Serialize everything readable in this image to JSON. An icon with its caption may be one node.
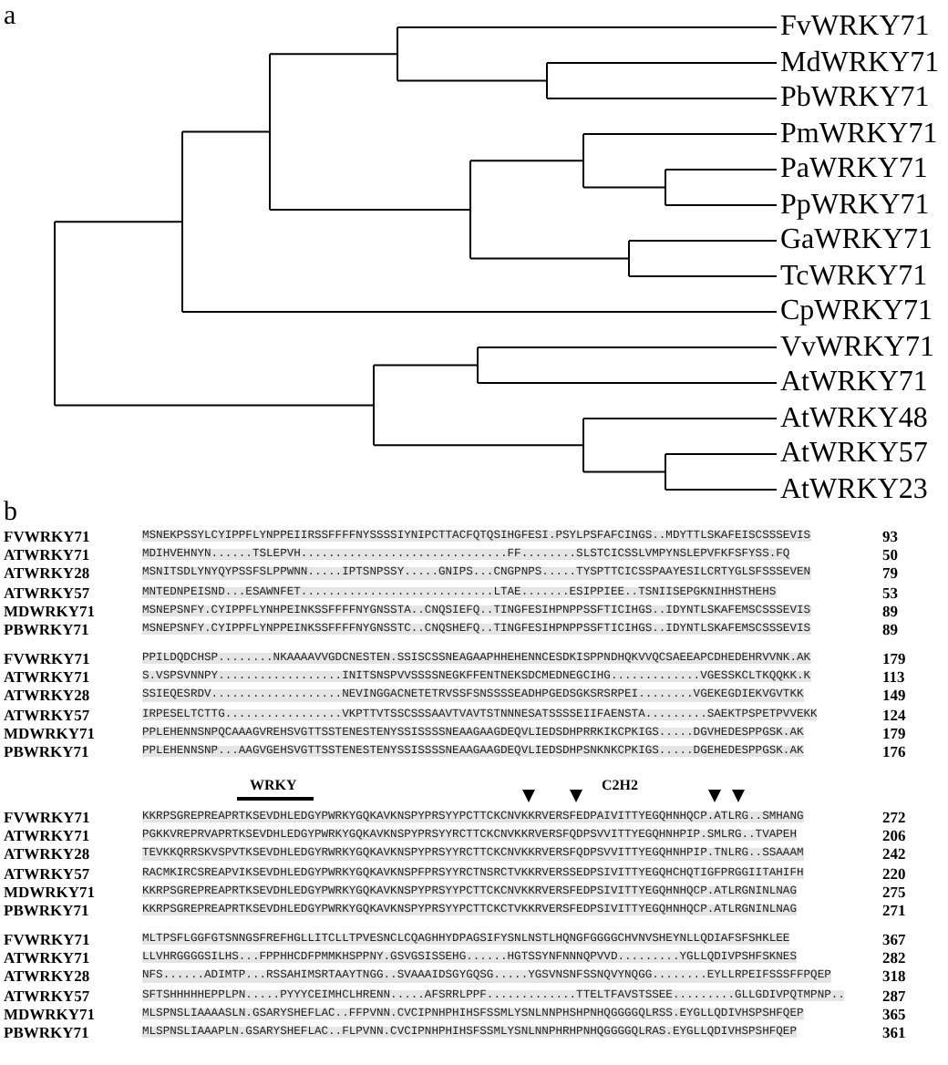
{
  "diagram": {
    "labels": [
      "a",
      "FvWRKY71",
      "MdWRKY71",
      "PbWRKY71",
      "PmWRKY71",
      "PaWRKY71",
      "PpWRKY71",
      "GaWRKY71",
      "TcWRKY71",
      "CpWRKY71",
      "VvWRKY71",
      "AtWRKY71",
      "AtWRKY48",
      "AtWRKY57",
      "AtWRKY23",
      "b",
      "FVWRKY71",
      "MSNEKPSSYLCYIPPFLYNPPEIIRSSFFFFNYSSSSIYNIPCTTACFQTQSIHGFESI.PSYLPSFAFCINGS..MDYTTLSKAFEISCSSSEVIS",
      "93",
      "ATWRKY71",
      "MDIHVEHNYN......TSLEPVH..............................FF........SLSTCICSSLVMPYNSLEPVFKFSFYSS.FQ",
      "50",
      "ATWRKY28",
      "MSNITSDLYNYQYPSSFSLPPWNN.....IPTSNPSSY.....GNIPS...CNGPNPS.....TYSPTTCICSSPAAYESILCRTYGLSFSSSEVEN",
      "79",
      "ATWRKY57",
      "MNTEDNPEISND...ESAWNFET............................LTAE.......ESIPPIEE..TSNIISEPGKNIHHSTHEHS",
      "53",
      "MDWRKY71",
      "MSNEPSNFY.CYIPPFLYNHPEINKSSFFFFNYGNSSTA..CNQSIEFQ..TINGFESIHPNPPSSFTICIHGS..IDYNTLSKAFEMSCSSSEVIS",
      "89",
      "PBWRKY71",
      "MSNEPSNFY.CYIPPFLYNPPEINKSSFFFFNYGNSSTC..CNQSHEFQ..TINGFESIHPNPPSSFTICIHGS..IDYNTLSKAFEMSCSSSEVIS",
      "89",
      "FVWRKY71",
      "PPILDQDCHSP........NKAAAAVVGDCNESTEN.SSISCSSNEAGAAPHHEHENNCESDKISPPNDHQKVVQCSAEEAPCDHEDEHRVVNK.AK",
      "179",
      "ATWRKY71",
      "S.VSPSVNNPY..................INITSNSPVVSSSSNEGKFFENTNEKSDCMEDNEGCIHG.............VGESSKCLTKQQKK.K",
      "113",
      "ATWRKY28",
      "SSIEQESRDV...................NEVINGGACNETETRVSSFSNSSSSEADHPGEDSGKSRSRPEI........VGEKEGDIEKVGVTKK",
      "149",
      "ATWRKY57",
      "IRPESELTCTTG.................VKPTTVTSSCSSSAAVTVAVTSTNNNESATSSSSEIIFAENSTA.........SAEKTPSPETPVVEKK",
      "124",
      "MDWRKY71",
      "PPLEHENNSNPQCAAAGVREHSVGTTSSTENESTENYSSISSSSNEAAGAAGDEQVLIEDSDHPRRKIKCPKIGS.....DGVHEDESPPGSK.AK",
      "179",
      "PBWRKY71",
      "PPLEHENNSNP...AAGVGEHSVGTTSSTENESTENYSSISSSSNEAAGAAGDEQVLIEDSDHPSNKNKCPKIGS.....DGEHEDESPPGSK.AK",
      "176",
      "WRKY",
      "C2H2",
      "FVWRKY71",
      "KKRPSGREPREAPRTKSEVDHLEDGYPWRKYGQKAVKNSPYPRSYYPCTTCKCNVKKRVERSFEDPAIVITTYEGQHNHQCP.ATLRG..SMHANG",
      "272",
      "ATWRKY71",
      "PGKKVREPRVAPRTKSEVDHLEDGYPWRKYGQKAVKNSPYPRSYYRCTTCKCNVKKRVERSFQDPSVVITTYEGQHNHPIP.SMLRG..TVAPEH",
      "206",
      "ATWRKY28",
      "TEVKKQRRSKVSPVTKSEVDHLEDGYRWRKYGQKAVKNSPYPRSYYRCTTCKCNVKKRVERSFQDPSVVITTYEGQHNHPIP.TNLRG..SSAAAM",
      "242",
      "ATWRKY57",
      "RACMKIRCSREAPVIKSEVDHLEDGYPWRKYGQKAVKNSPFPRSYYRCTNSRCTVKKRVERSSEDPSIVITTYEGQHCHQTIGFPRGGIITAHIFH",
      "220",
      "MDWRKY71",
      "KKRPSGREPREAPRTKSEVDHLEDGYPWRKYGQKAVKNSPYPRSYYPCTTCKCNVKKRVERSFEDPSIVITTYEGQHNHQCP.ATLRGNINLNAG",
      "275",
      "PBWRKY71",
      "KKRPSGREPREAPRTKSEVDHLEDGYPWRKYGQKAVKNSPYPRSYYPCTTCKCTVKKRVERSFEDPSIVITTYEGQHNHQCP.ATLRGNINLNAG",
      "271",
      "FVWRKY71",
      "MLTPSFLGGFGTSNNGSFREFHGLLITCLLTPVESNCLCQAGHHYDPAGSIFYSNLNSTLHQNGFGGGGCHVNVSHEYNLLQDIAFSFSHKLEE",
      "367",
      "ATWRKY71",
      "LLVHRGGGGSILHS...FPPHHCDFPMMKHSPPNY.GSVGSISSEHG......HGTSSYNFNNNQPVVD.........YGLLQDIVPSHFSKNES",
      "282",
      "ATWRKY28",
      "NFS......ADIMTP...RSSAHIMSRTAAYTNGG..SVAAAIDSGYGQSG.....YGSVNSNFSSNQVYNQGG........EYLLRPEIFSSSFFPQEP",
      "318",
      "ATWRKY57",
      "SFTSHHHHHEPPLPN.....PYYYCEIMHCLHRENN.....AFSRRLPPF.............TTELTFAVSTSSEE.........GLLGDIVPQTMPNP..",
      "287",
      "MDWRKY71",
      "MLSPNSLIAAAASLN.GSARYSHEFLAC..FFPVNN.CVCIPNHPHIHSFSSMLYSNLNNPHSHPNHQGGGGQLRSS.EYGLLQDIVHSPSHFQEP",
      "365",
      "PBWRKY71",
      "MLSPNSLIAAAPLN.GSARYSHEFLAC..FLPVNN.CVCIPNHPHIHSFSSMLYSNLNNPHRHPNHQGGGGQLRAS.EYGLLQDIVHSPSHFQEP",
      "361"
    ]
  }
}
